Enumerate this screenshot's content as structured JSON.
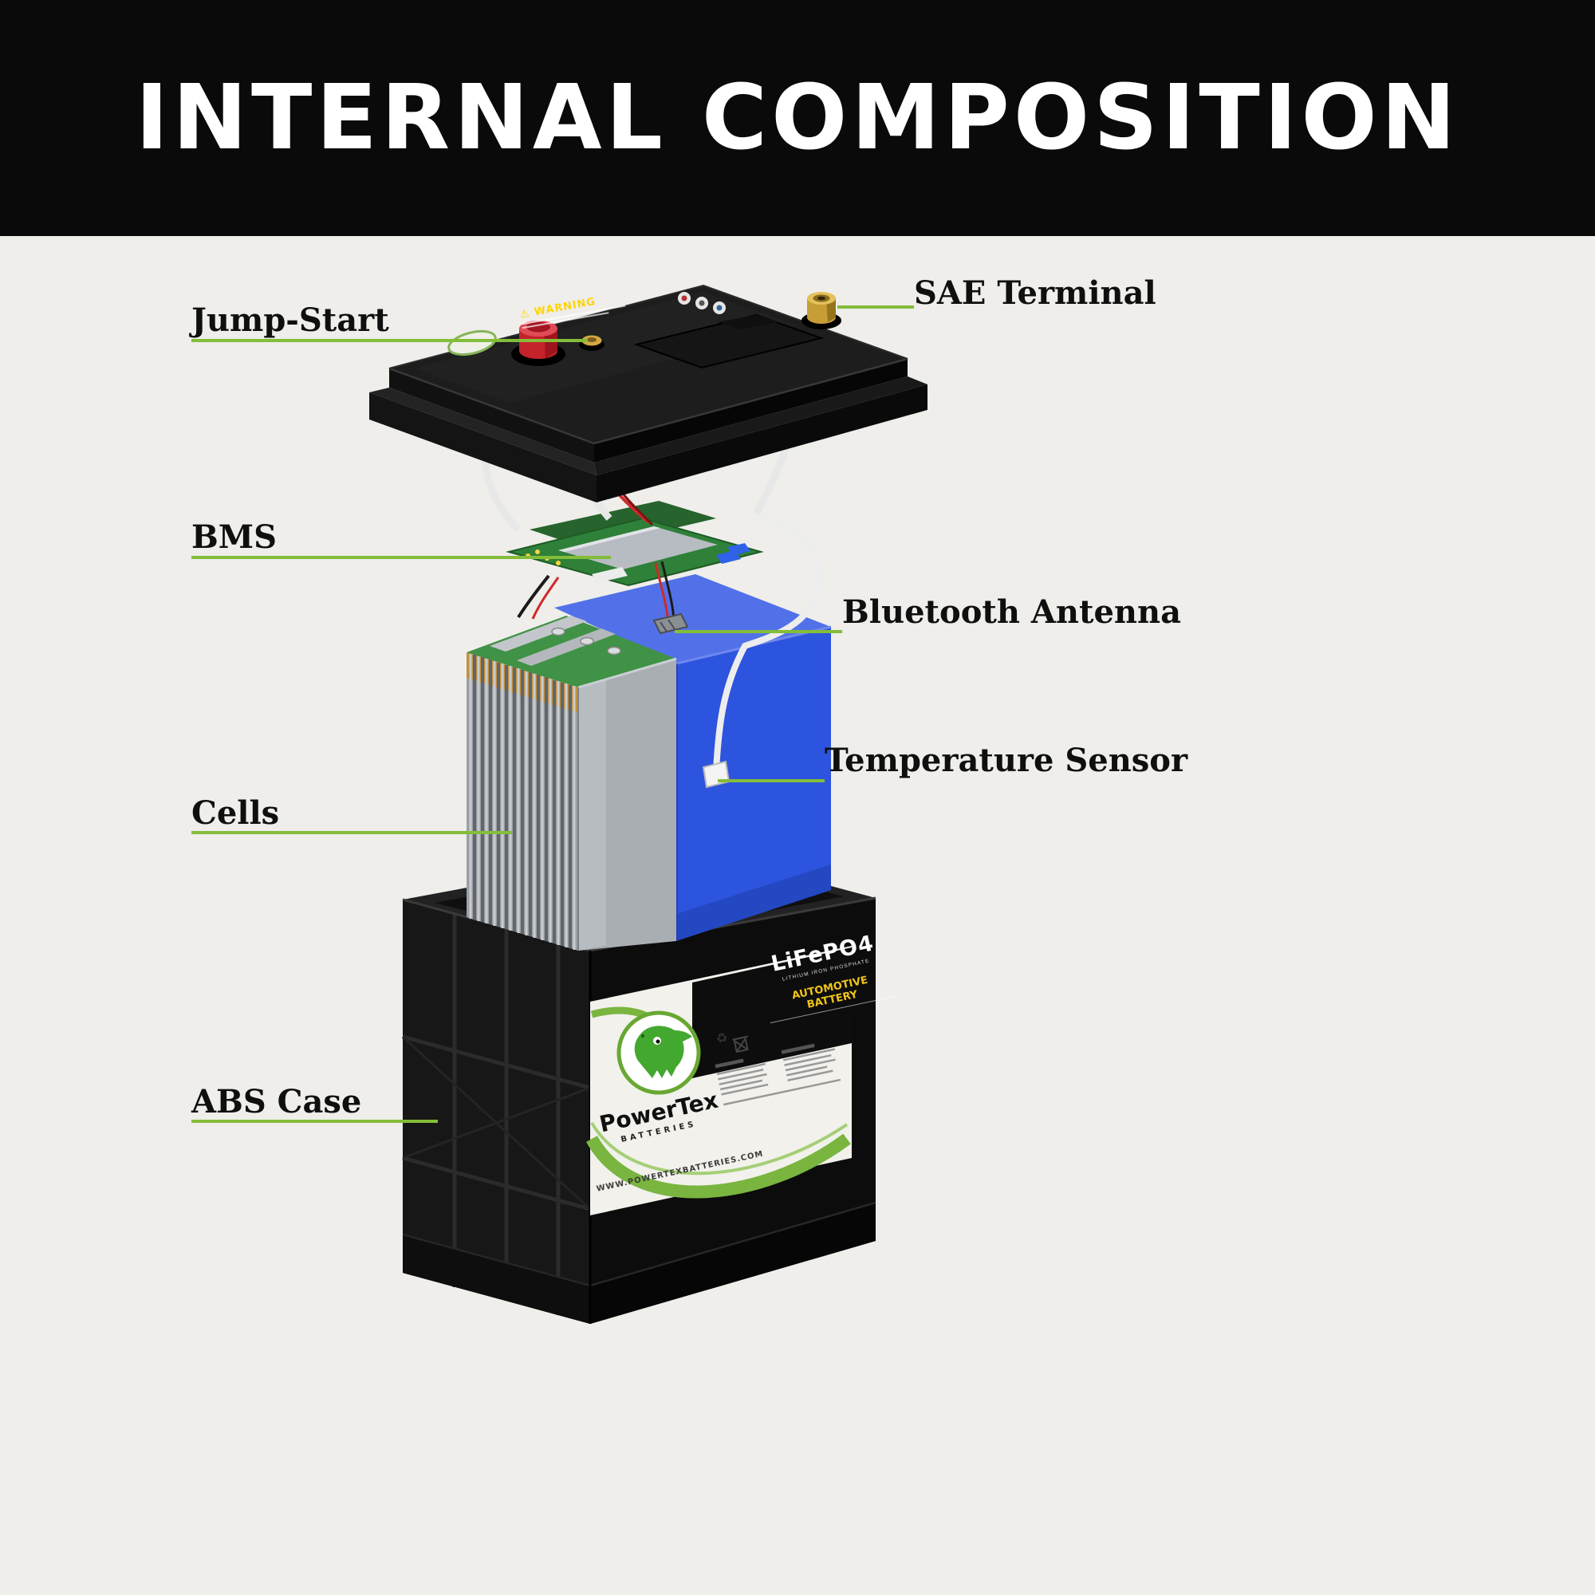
{
  "title": "INTERNAL COMPOSITION",
  "callouts": {
    "jump_start": "Jump-Start",
    "sae_terminal": "SAE Terminal",
    "bms": "BMS",
    "bluetooth_antenna": "Bluetooth Antenna",
    "temperature_sensor": "Temperature Sensor",
    "cells": "Cells",
    "abs_case": "ABS Case"
  },
  "battery": {
    "warning": "⚠ WARNING",
    "chemistry": "LiFePO4",
    "chemistry_sub": "LITHIUM IRON PHOSPHATE",
    "type": "AUTOMOTIVE BATTERY",
    "brand": "PowerTex",
    "brand_sub": "BATTERIES",
    "website": "WWW.POWERTEXBATTERIES.COM"
  },
  "icons": {
    "recycle": "♻"
  },
  "colors": {
    "background": "#efeeeb",
    "banner": "#0a0a0a",
    "accent_green": "#84bd3a",
    "pack_blue": "#2d54de",
    "terminal_red": "#c4232b",
    "terminal_gold": "#c79d35",
    "label_yellow": "#f0c419",
    "pcb_green": "#2f8038"
  }
}
